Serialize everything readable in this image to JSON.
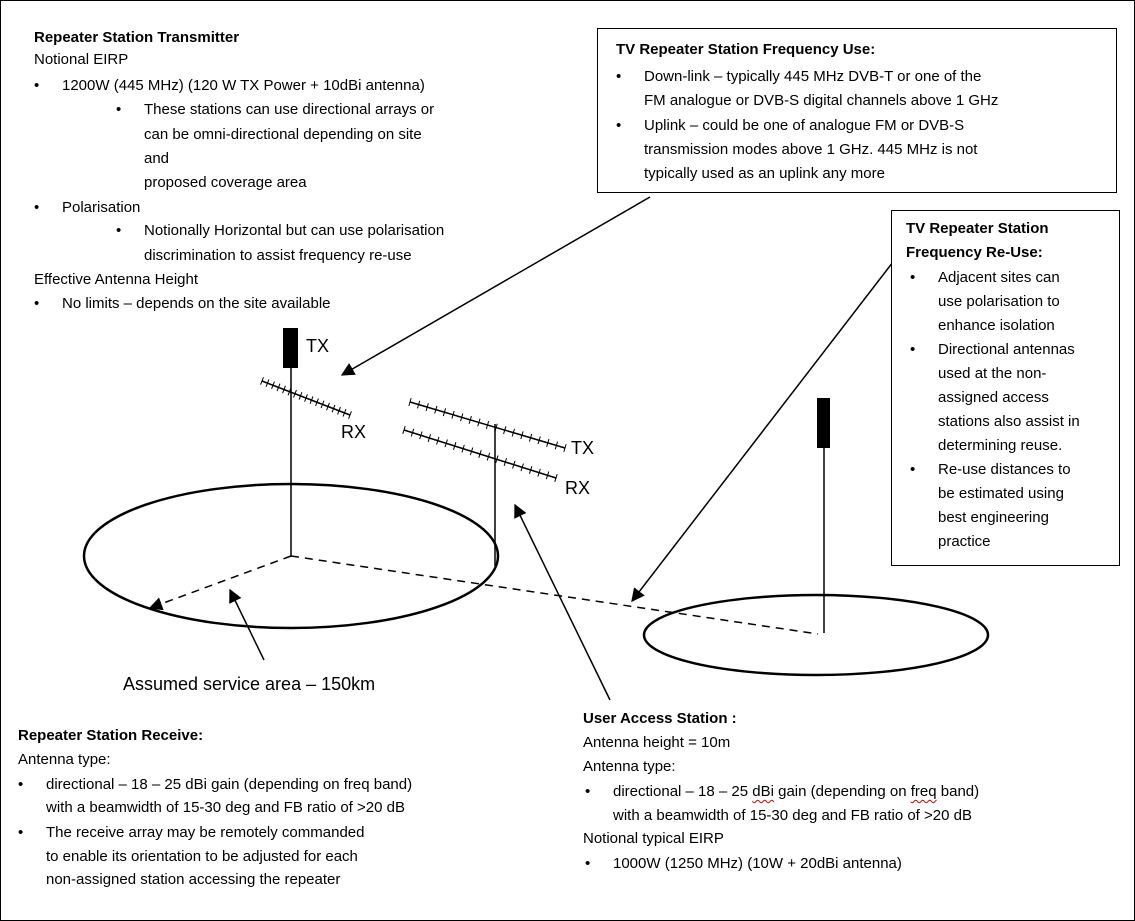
{
  "tx_panel": {
    "title": "Repeater Station Transmitter",
    "eirp_heading": "Notional EIRP",
    "eirp_value": "1200W (445 MHz) (120 W TX Power + 10dBi antenna)",
    "eirp_note": [
      "These stations can use directional arrays or",
      "can be omni-directional depending on site",
      "and",
      "proposed coverage area"
    ],
    "polarisation_heading": "Polarisation",
    "polarisation_note": [
      "Notionally Horizontal but can use polarisation",
      "discrimination to assist frequency re-use"
    ],
    "height_heading": "Effective Antenna Height",
    "height_value": "No limits – depends on the site available"
  },
  "freq_use_box": {
    "title": "TV Repeater Station Frequency Use:",
    "downlink": [
      "Down-link – typically 445 MHz DVB-T or one of the",
      "FM analogue or DVB-S digital channels above 1 GHz"
    ],
    "uplink": [
      "Uplink – could be one of analogue FM or DVB-S",
      "transmission modes above 1 GHz. 445 MHz is not",
      "typically used as an uplink any more"
    ]
  },
  "reuse_box": {
    "title_lines": [
      "TV Repeater Station",
      "Frequency Re-Use:"
    ],
    "item1": [
      "Adjacent sites can",
      "use polarisation to",
      "enhance isolation"
    ],
    "item2": [
      "Directional antennas",
      "used at the non-",
      "assigned access",
      "stations also assist in",
      "determining reuse."
    ],
    "item3": [
      "Re-use distances to",
      "be estimated using",
      "best engineering",
      "practice"
    ]
  },
  "diagram_labels": {
    "tx_main": "TX",
    "rx_main": "RX",
    "tx_yagi": "TX",
    "rx_yagi": "RX",
    "service_area": "Assumed service area – 150km"
  },
  "rx_panel": {
    "title": "Repeater Station Receive:",
    "antenna_type": "Antenna type:",
    "item1": [
      "directional – 18 – 25 dBi gain (depending on freq band)",
      "with a beamwidth of 15-30 deg and FB ratio of >20 dB"
    ],
    "item2": [
      "The receive array may be remotely commanded",
      "to enable its orientation to be adjusted for each",
      "non-assigned station accessing the repeater"
    ]
  },
  "user_panel": {
    "title": "User Access Station :",
    "height": "Antenna height = 10m",
    "antenna_type": "Antenna type:",
    "item1_a": "directional – 18 – 25 ",
    "item1_dbi": "dBi",
    "item1_b": " gain (depending on ",
    "item1_freq": "freq",
    "item1_c": " band)",
    "item1_line2": "with a beamwidth of 15-30 deg and FB ratio of >20 dB",
    "eirp_heading": "Notional typical EIRP",
    "eirp_value": "1000W (1250 MHz) (10W + 20dBi antenna)"
  }
}
